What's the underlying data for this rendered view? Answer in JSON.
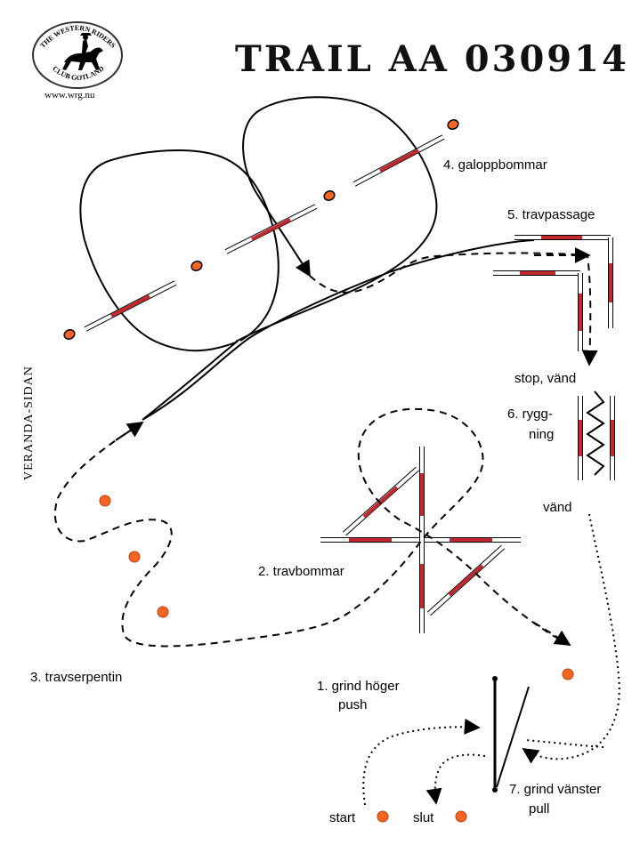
{
  "title": "TRAIL AA 030914",
  "logo": {
    "line_top": "THE WESTERN RIDERS",
    "line_bottom": "CLUB GOTLAND",
    "url": "www.wrg.nu"
  },
  "side_label": "VERANDA-SIDAN",
  "labels": {
    "galopp": "4. galoppbommar",
    "travpassage": "5. travpassage",
    "stop": "stop, vänd",
    "rygg1": "6. rygg-",
    "rygg2": "ning",
    "vand": "vänd",
    "travbommar": "2. travbommar",
    "travserpentin": "3. travserpentin",
    "grind_hoger1": "1. grind höger",
    "grind_hoger2": "push",
    "grind_vanster1": "7. grind vänster",
    "grind_vanster2": "pull",
    "start": "start",
    "slut": "slut"
  },
  "colors": {
    "cone": "#f26522",
    "pole_stripe": "#c1272d",
    "line": "#000000"
  }
}
